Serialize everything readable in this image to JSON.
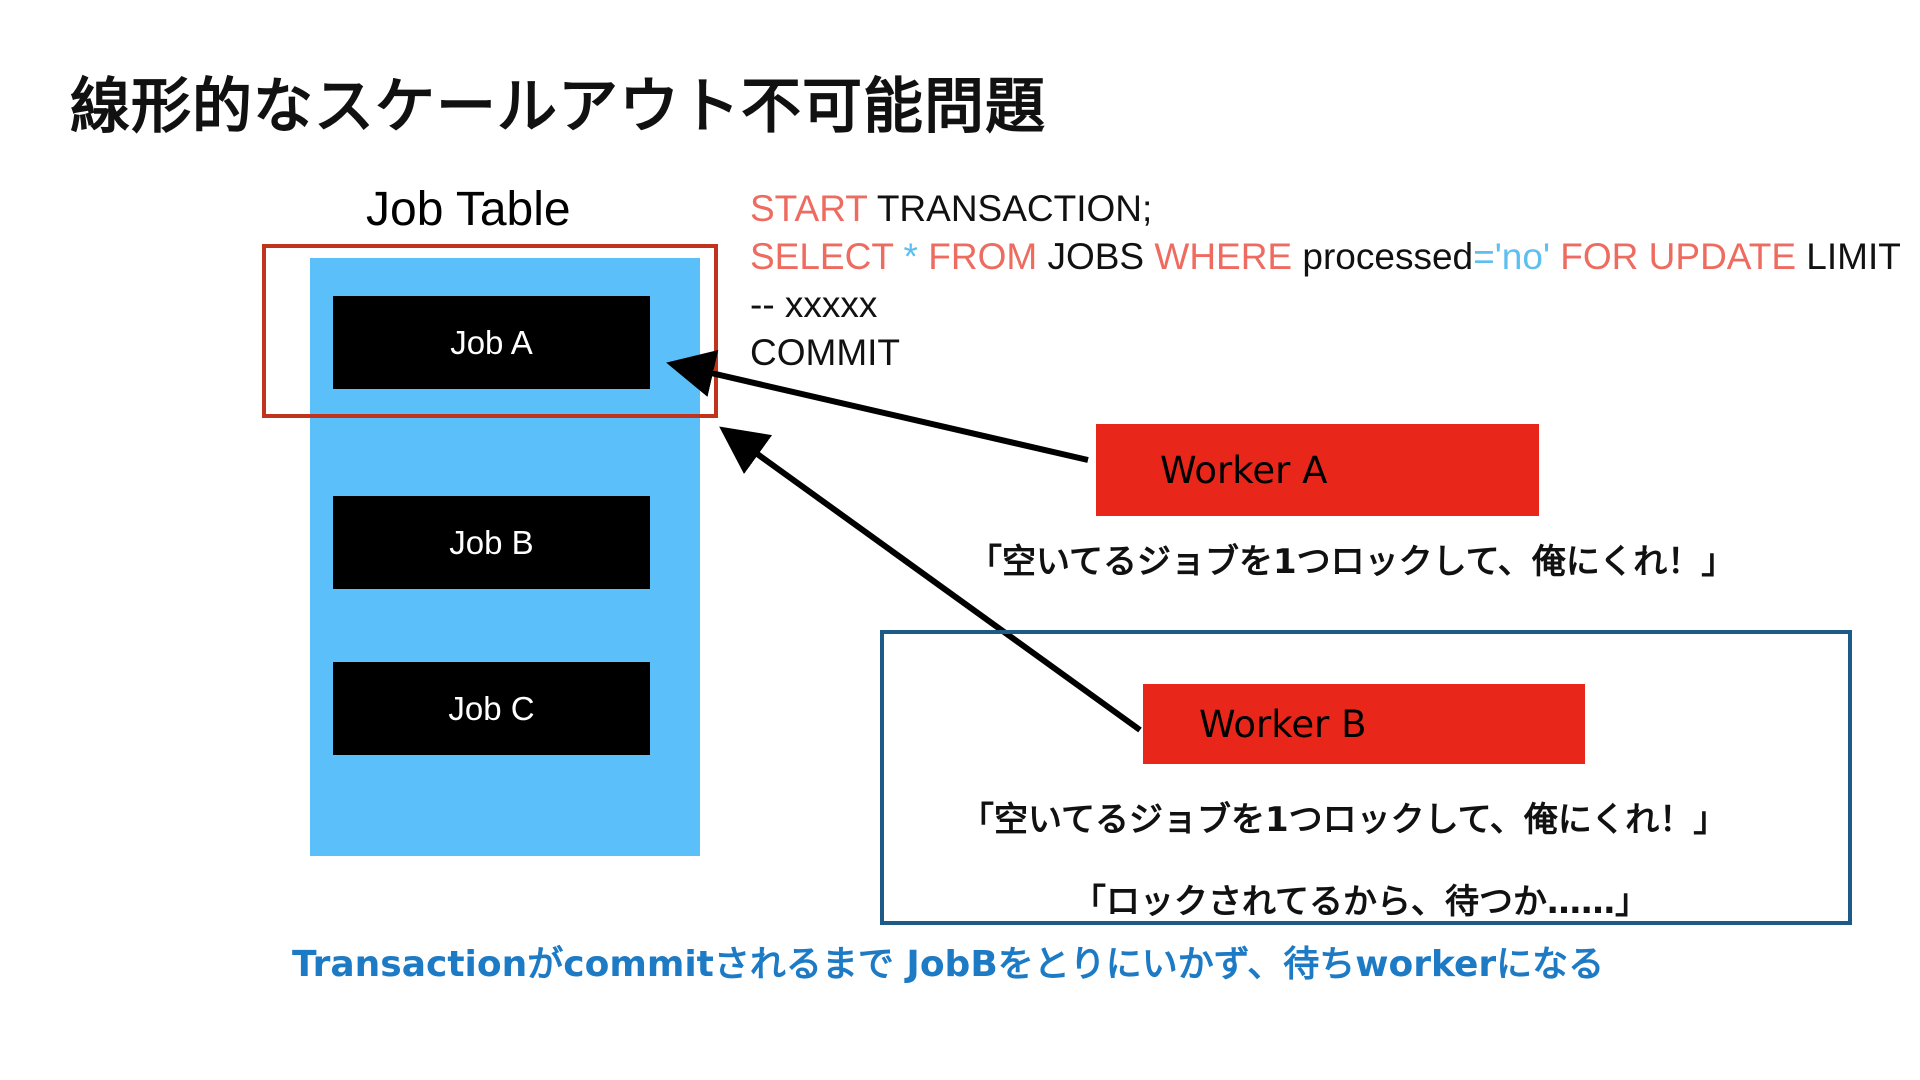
{
  "title": "線形的なスケールアウト不可能問題",
  "job_table": {
    "title": "Job Table",
    "jobs": [
      "Job A",
      "Job B",
      "Job C"
    ]
  },
  "sql": {
    "line1": {
      "kw": "START",
      "rest": " TRANSACTION;"
    },
    "line2": {
      "kw1": "SELECT",
      "op1": " * ",
      "kw2": "FROM",
      "t1": " JOBS ",
      "kw3": "WHERE",
      "t2": " processed",
      "op2": "='no'",
      "kw4": " FOR UPDATE",
      "t3": " LIMIT"
    },
    "line3": "-- xxxxx",
    "line4": "COMMIT"
  },
  "worker_a": {
    "label": "Worker A",
    "quote": "「空いてるジョブを1つロックして、俺にくれ！」"
  },
  "worker_b": {
    "label": "Worker B",
    "quote": "「空いてるジョブを1つロックして、俺にくれ！」",
    "wait_quote": "「ロックされてるから、待つか……」"
  },
  "bottom_note": "Transactionがcommitされるまで JobBをとりにいかず、待ちworkerになる",
  "colors": {
    "table": "#5bbff9",
    "job_box": "#000000",
    "worker": "#e8261a",
    "keyword": "#ee6b60",
    "operator": "#5dbef0",
    "lock_border": "#c0341d",
    "wait_border": "#1e5a87",
    "note": "#1d7ac4"
  }
}
